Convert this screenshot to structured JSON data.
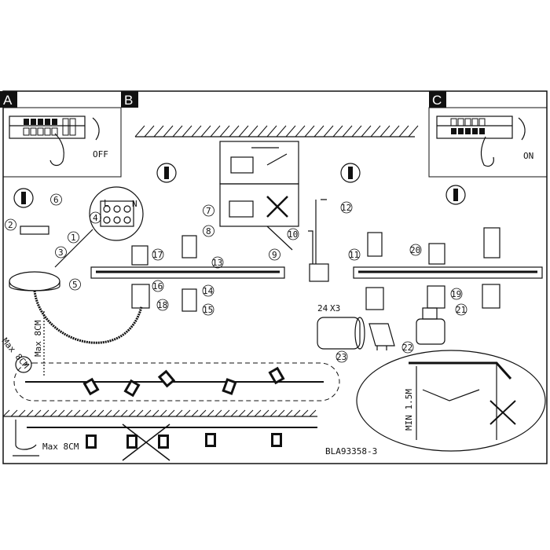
{
  "sections": {
    "a": "A",
    "b": "B",
    "c": "C"
  },
  "switch_states": {
    "off": "OFF",
    "on": "ON"
  },
  "steps": [
    "1",
    "2",
    "3",
    "4",
    "5",
    "6",
    "7",
    "8",
    "9",
    "10",
    "11",
    "12",
    "13",
    "14",
    "15",
    "16",
    "17",
    "18",
    "19",
    "20",
    "21",
    "22",
    "23"
  ],
  "step_24": "24",
  "step_24_suffix": "X3",
  "measures": {
    "max_8cm": "Max 8CM",
    "min_15m": "MIN 1.5M"
  },
  "terminal_letters": {
    "n": "N",
    "l": "L"
  },
  "model_code": "BLA93358-3"
}
